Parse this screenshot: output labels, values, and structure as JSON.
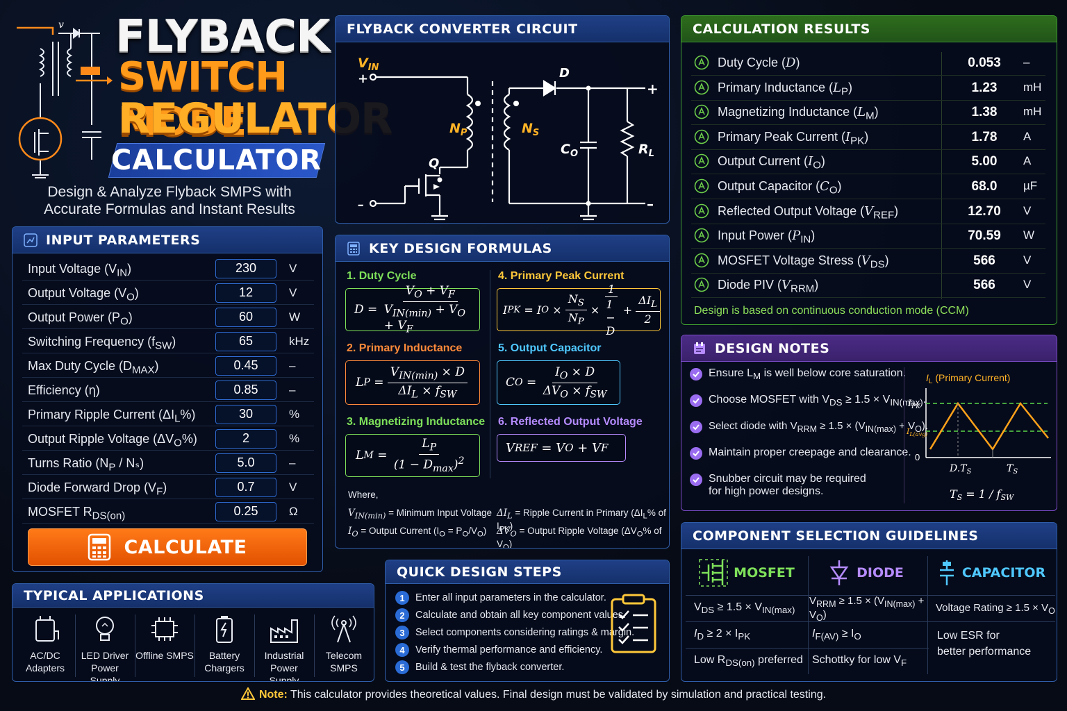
{
  "title": {
    "line1": "FLYBACK",
    "line2": "SWITCH MODE",
    "line3": "REGULATOR",
    "line4": "CALCULATOR",
    "subtitle1": "Design & Analyze Flyback SMPS with",
    "subtitle2": "Accurate Formulas and Instant Results"
  },
  "inputs": {
    "heading": "INPUT PARAMETERS",
    "rows": [
      {
        "label": "Input Voltage (V",
        "sub": "IN",
        "tail": ")",
        "value": "230",
        "unit": "V"
      },
      {
        "label": "Output Voltage (V",
        "sub": "O",
        "tail": ")",
        "value": "12",
        "unit": "V"
      },
      {
        "label": "Output Power (P",
        "sub": "O",
        "tail": ")",
        "value": "60",
        "unit": "W"
      },
      {
        "label": "Switching Frequency (f",
        "sub": "SW",
        "tail": ")",
        "value": "65",
        "unit": "kHz"
      },
      {
        "label": "Max Duty Cycle (D",
        "sub": "MAX",
        "tail": ")",
        "value": "0.45",
        "unit": "–"
      },
      {
        "label": "Efficiency (η)",
        "sub": "",
        "tail": "",
        "value": "0.85",
        "unit": "–"
      },
      {
        "label": "Primary Ripple Current (ΔI",
        "sub": "L",
        "tail": "%)",
        "value": "30",
        "unit": "%"
      },
      {
        "label": "Output Ripple Voltage (ΔV",
        "sub": "O",
        "tail": "%)",
        "value": "2",
        "unit": "%"
      },
      {
        "label": "Turns Ratio (N",
        "sub": "P",
        "tail": " / Nₛ)",
        "value": "5.0",
        "unit": "–"
      },
      {
        "label": "Diode Forward Drop (V",
        "sub": "F",
        "tail": ")",
        "value": "0.7",
        "unit": "V"
      },
      {
        "label": "MOSFET R",
        "sub": "DS(on)",
        "tail": "",
        "value": "0.25",
        "unit": "Ω"
      }
    ],
    "button": "CALCULATE"
  },
  "applications": {
    "heading": "TYPICAL APPLICATIONS",
    "items": [
      {
        "l1": "AC/DC",
        "l2": "Adapters",
        "icon": "adapter-icon"
      },
      {
        "l1": "LED Driver",
        "l2": "Power Supply",
        "icon": "bulb-icon"
      },
      {
        "l1": "Offline SMPS",
        "l2": "",
        "icon": "chip-icon"
      },
      {
        "l1": "Battery",
        "l2": "Chargers",
        "icon": "battery-icon"
      },
      {
        "l1": "Industrial",
        "l2": "Power Supply",
        "icon": "factory-icon"
      },
      {
        "l1": "Telecom",
        "l2": "SMPS",
        "icon": "antenna-icon"
      }
    ]
  },
  "circuit": {
    "heading": "FLYBACK CONVERTER CIRCUIT",
    "vin": "V",
    "vin_sub": "IN",
    "np": "N",
    "np_sub": "P",
    "ns": "N",
    "ns_sub": "S",
    "q": "Q",
    "d": "D",
    "co": "C",
    "co_sub": "O",
    "rl": "R",
    "rl_sub": "L",
    "plus": "+",
    "minus": "–"
  },
  "formulas": {
    "heading": "KEY DESIGN FORMULAS",
    "f1_title": "1. Duty Cycle",
    "f2_title": "2. Primary Inductance",
    "f3_title": "3. Magnetizing Inductance",
    "f4_title": "4. Primary Peak Current",
    "f5_title": "5. Output Capacitor",
    "f6_title": "6. Reflected Output Voltage",
    "where": "Where,",
    "w1": "= Minimum Input Voltage",
    "w2": "= Output Current (I",
    "w3": "= Ripple Current in Primary (ΔI",
    "w3b": "% of I",
    "w4": "= Output Ripple Voltage (ΔV",
    "w4b": "% of V"
  },
  "results": {
    "heading": "CALCULATION RESULTS",
    "rows": [
      {
        "label": "Duty Cycle (",
        "sym": "D",
        "sub": "",
        "tail": ")",
        "value": "0.053",
        "unit": "–"
      },
      {
        "label": "Primary Inductance (",
        "sym": "L",
        "sub": "P",
        "tail": ")",
        "value": "1.23",
        "unit": "mH"
      },
      {
        "label": "Magnetizing Inductance (",
        "sym": "L",
        "sub": "M",
        "tail": ")",
        "value": "1.38",
        "unit": "mH"
      },
      {
        "label": "Primary Peak Current (",
        "sym": "I",
        "sub": "PK",
        "tail": ")",
        "value": "1.78",
        "unit": "A"
      },
      {
        "label": "Output Current (",
        "sym": "I",
        "sub": "O",
        "tail": ")",
        "value": "5.00",
        "unit": "A"
      },
      {
        "label": "Output Capacitor (",
        "sym": "C",
        "sub": "O",
        "tail": ")",
        "value": "68.0",
        "unit": "µF"
      },
      {
        "label": "Reflected Output Voltage (",
        "sym": "V",
        "sub": "REF",
        "tail": ")",
        "value": "12.70",
        "unit": "V"
      },
      {
        "label": "Input Power (",
        "sym": "P",
        "sub": "IN",
        "tail": ")",
        "value": "70.59",
        "unit": "W"
      },
      {
        "label": "MOSFET Voltage Stress (",
        "sym": "V",
        "sub": "DS",
        "tail": ")",
        "value": "566",
        "unit": "V"
      },
      {
        "label": "Diode PIV (",
        "sym": "V",
        "sub": "RRM",
        "tail": ")",
        "value": "566",
        "unit": "V"
      }
    ],
    "footer": "Design is based on continuous conduction mode (CCM)"
  },
  "notes": {
    "heading": "DESIGN NOTES",
    "n1": "Ensure L",
    "n1_sub": "M",
    "n1_tail": " is well below core saturation.",
    "n2": "Choose MOSFET with V",
    "n2_sub": "DS",
    "n2_tail": " ≥ 1.5 × V",
    "n2_sub2": "IN(max)",
    "n2_end": ".",
    "n3": "Select diode with V",
    "n3_sub": "RRM",
    "n3_tail": " ≥ 1.5 × (V",
    "n3_sub2": "IN(max)",
    "n3_end": " + V",
    "n3_sub3": "O",
    "n3_fin": ").",
    "n4": "Maintain proper creepage and clearance.",
    "n5a": "Snubber circuit may be required",
    "n5b": "for high power designs.",
    "wave_title": "I",
    "wave_title_sub": "L",
    "wave_title_tail": " (Primary Current)",
    "ipk": "I",
    "ipk_sub": "PK",
    "ilavg": "I",
    "ilavg_sub": "L(avg)",
    "zero": "0",
    "dts": "D.T",
    "dts_sub": "S",
    "ts": "T",
    "ts_sub": "S",
    "ts_eq": "T",
    "ts_eq_sub": "S",
    "ts_eq_tail": " = 1 / f",
    "ts_eq_sub2": "SW"
  },
  "steps": {
    "heading": "QUICK DESIGN STEPS",
    "items": [
      {
        "n": "1",
        "text": "Enter all input parameters in the calculator."
      },
      {
        "n": "2",
        "text": "Calculate and obtain all key component values."
      },
      {
        "n": "3",
        "text": "Select components considering ratings & margin."
      },
      {
        "n": "4",
        "text": "Verify thermal performance and efficiency."
      },
      {
        "n": "5",
        "text": "Build & test the flyback converter."
      }
    ]
  },
  "components": {
    "heading": "COMPONENT SELECTION GUIDELINES",
    "mosfet": {
      "title": "MOSFET",
      "l1a": "V",
      "l1s": "DS",
      "l1b": " ≥ 1.5 × V",
      "l1s2": "IN(max)",
      "l2a": "I",
      "l2s": "D",
      "l2b": " ≥ 2 × I",
      "l2s2": "PK",
      "l3a": "Low R",
      "l3s": "DS(on)",
      "l3b": " preferred"
    },
    "diode": {
      "title": "DIODE",
      "l1a": "V",
      "l1s": "RRM",
      "l1b": " ≥ 1.5 × (V",
      "l1s2": "IN(max)",
      "l1c": " + V",
      "l1s3": "O",
      "l1d": ")",
      "l2a": "I",
      "l2s": "F(AV)",
      "l2b": " ≥ I",
      "l2s2": "O",
      "l3a": "Schottky for low V",
      "l3s": "F"
    },
    "capacitor": {
      "title": "CAPACITOR",
      "l1a": "Voltage Rating ≥ 1.5 × V",
      "l1s": "O",
      "l2": "Low ESR for",
      "l3": "better performance"
    }
  },
  "footer_note": {
    "label": "Note:",
    "text": " This calculator provides theoretical values. Final design must be validated by simulation and practical testing."
  },
  "colors": {
    "accent_orange": "#ff7a18",
    "accent_blue": "#2f5da8",
    "accent_green": "#3d9a2e",
    "accent_purple": "#7c4cc9"
  }
}
